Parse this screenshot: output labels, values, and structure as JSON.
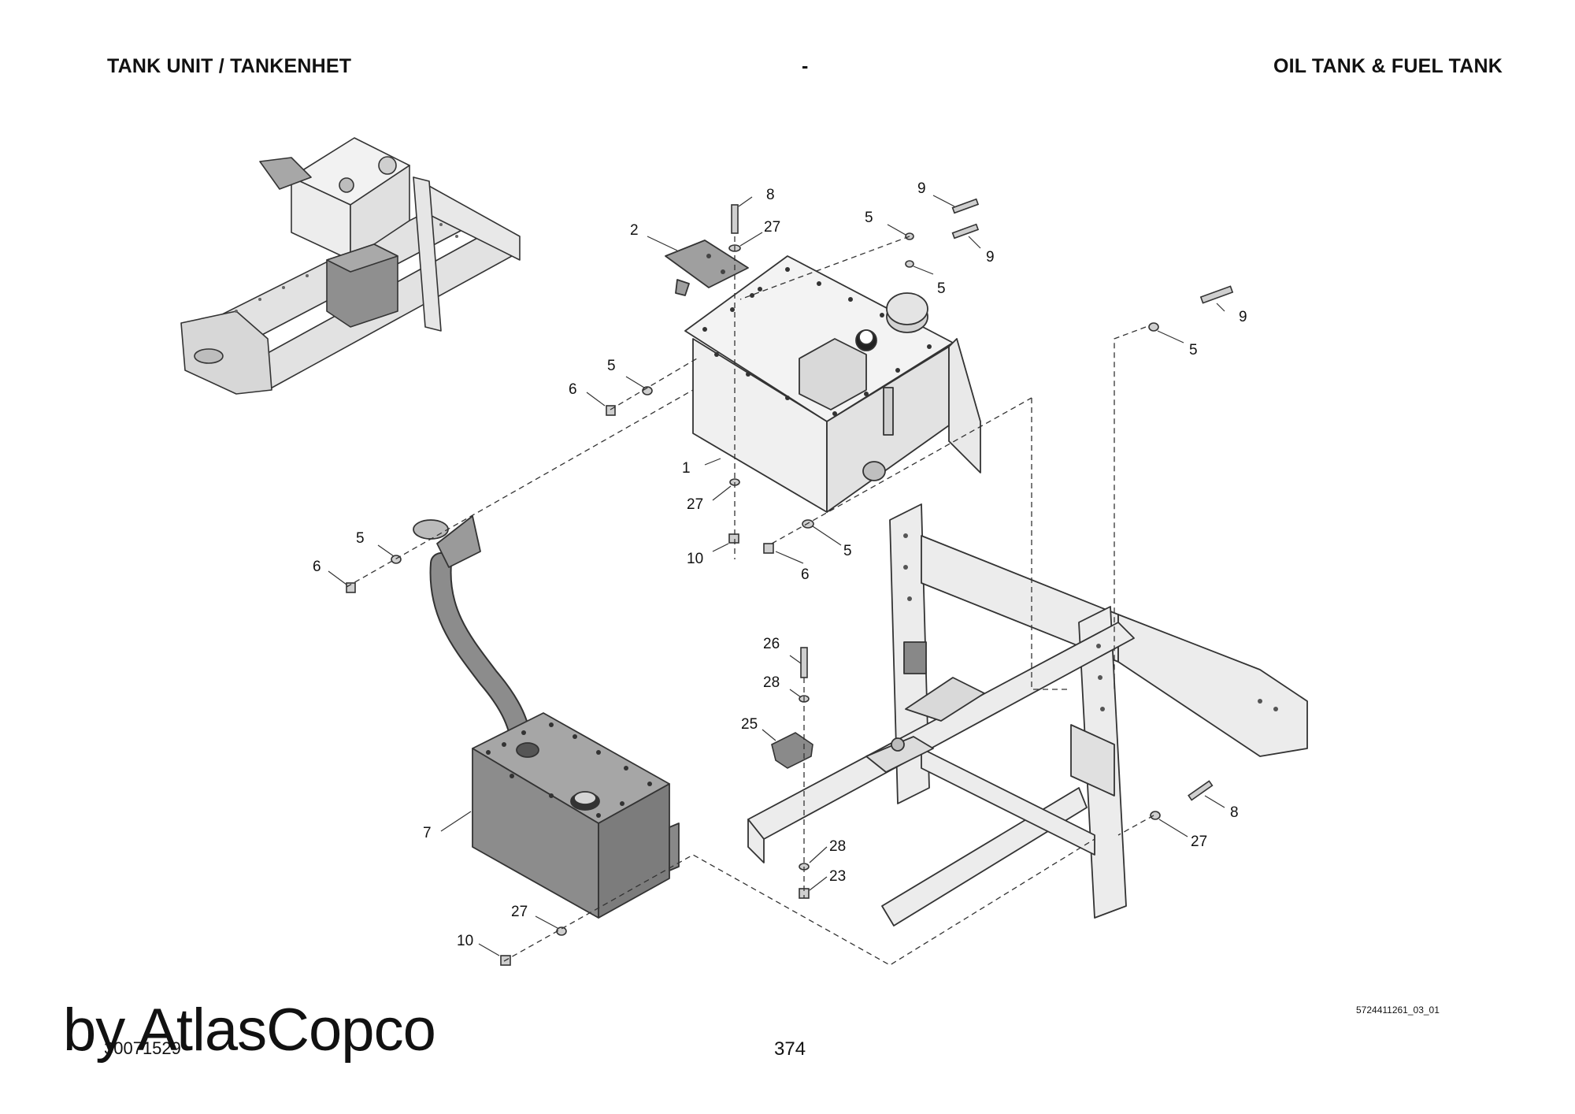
{
  "header": {
    "left_title": "TANK UNIT / TANKENHET",
    "center_title": "-",
    "right_title": "OIL TANK & FUEL TANK"
  },
  "callouts": [
    {
      "id": "c-8a",
      "label": "8"
    },
    {
      "id": "c-9a",
      "label": "9"
    },
    {
      "id": "c-5a",
      "label": "5"
    },
    {
      "id": "c-2",
      "label": "2"
    },
    {
      "id": "c-27a",
      "label": "27"
    },
    {
      "id": "c-9b",
      "label": "9"
    },
    {
      "id": "c-5b",
      "label": "5"
    },
    {
      "id": "c-9c",
      "label": "9"
    },
    {
      "id": "c-5c",
      "label": "5"
    },
    {
      "id": "c-5d",
      "label": "5"
    },
    {
      "id": "c-6a",
      "label": "6"
    },
    {
      "id": "c-1",
      "label": "1"
    },
    {
      "id": "c-27b",
      "label": "27"
    },
    {
      "id": "c-5e",
      "label": "5"
    },
    {
      "id": "c-6b",
      "label": "6"
    },
    {
      "id": "c-10a",
      "label": "10"
    },
    {
      "id": "c-6c",
      "label": "6"
    },
    {
      "id": "c-5f",
      "label": "5"
    },
    {
      "id": "c-26",
      "label": "26"
    },
    {
      "id": "c-28a",
      "label": "28"
    },
    {
      "id": "c-25",
      "label": "25"
    },
    {
      "id": "c-8b",
      "label": "8"
    },
    {
      "id": "c-27c",
      "label": "27"
    },
    {
      "id": "c-28b",
      "label": "28"
    },
    {
      "id": "c-23",
      "label": "23"
    },
    {
      "id": "c-7",
      "label": "7"
    },
    {
      "id": "c-27d",
      "label": "27"
    },
    {
      "id": "c-10b",
      "label": "10"
    }
  ],
  "footer": {
    "drawing_code": "5724411261_03_01",
    "page_number": "374",
    "document_id": "30071529",
    "brand_text": "by AtlasCopco"
  },
  "colors": {
    "line": "#333333",
    "light_fill": "#ebebeb",
    "dark_fill": "#9a9a9a",
    "mid_fill": "#c8c8c8"
  }
}
